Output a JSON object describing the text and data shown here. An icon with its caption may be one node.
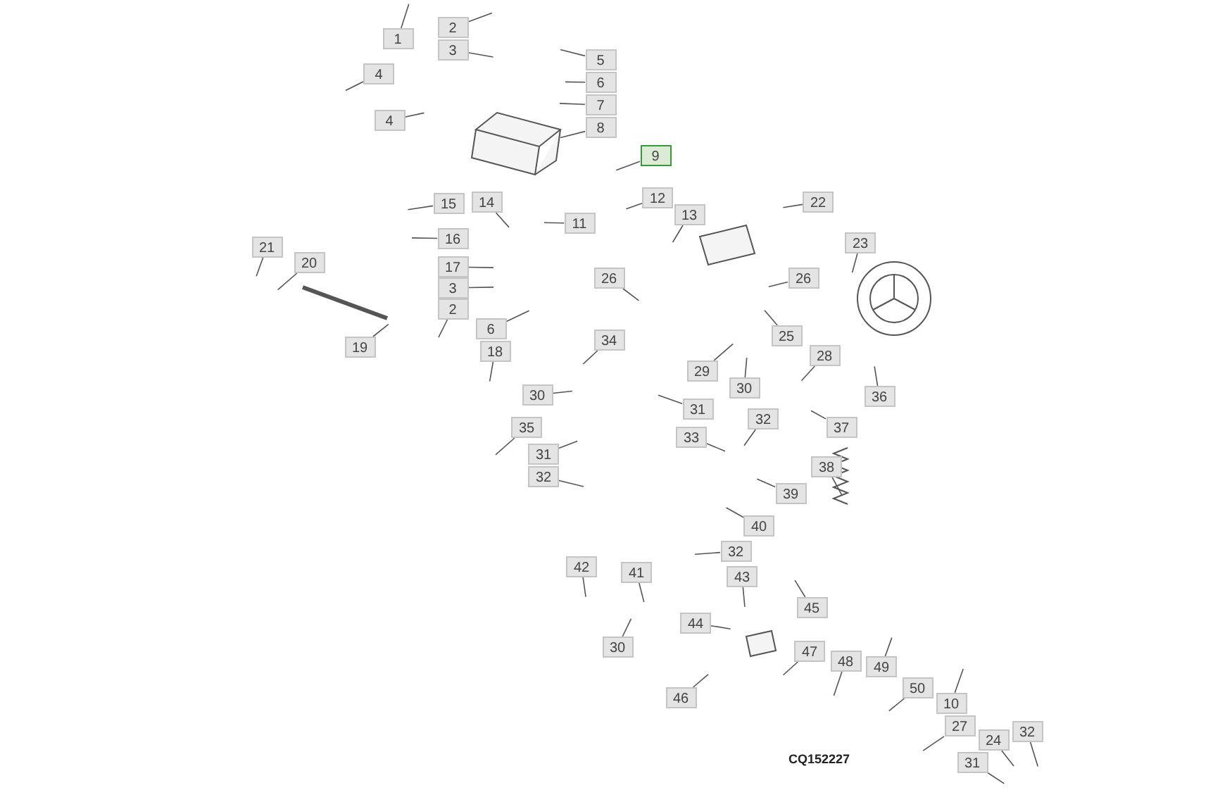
{
  "diagram": {
    "nodes": [
      {
        "text": [
          "1"
        ]
      },
      {
        "text": [
          "2"
        ]
      },
      {
        "text": [
          "3"
        ]
      },
      {
        "text": [
          "4"
        ]
      },
      {
        "text": [
          "4"
        ]
      },
      {
        "text": [
          "5"
        ]
      },
      {
        "text": [
          "6"
        ]
      },
      {
        "text": [
          "7"
        ]
      },
      {
        "text": [
          "8"
        ]
      },
      {
        "text": [
          "9"
        ]
      },
      {
        "text": [
          "12"
        ]
      },
      {
        "text": [
          "13"
        ]
      },
      {
        "text": [
          "11"
        ]
      },
      {
        "text": [
          "15"
        ]
      },
      {
        "text": [
          "14"
        ]
      },
      {
        "text": [
          "22"
        ]
      },
      {
        "text": [
          "16"
        ]
      },
      {
        "text": [
          "21"
        ]
      },
      {
        "text": [
          "20"
        ]
      },
      {
        "text": [
          "23"
        ]
      },
      {
        "text": [
          "17"
        ]
      },
      {
        "text": [
          "26"
        ]
      },
      {
        "text": [
          "26"
        ]
      },
      {
        "text": [
          "3"
        ]
      },
      {
        "text": [
          "2"
        ]
      },
      {
        "text": [
          "6"
        ]
      },
      {
        "text": [
          "34"
        ]
      },
      {
        "text": [
          "18"
        ]
      },
      {
        "text": [
          "19"
        ]
      },
      {
        "text": [
          "25"
        ]
      },
      {
        "text": [
          "28"
        ]
      },
      {
        "text": [
          "29"
        ]
      },
      {
        "text": [
          "30"
        ]
      },
      {
        "text": [
          "30"
        ]
      },
      {
        "text": [
          "36"
        ]
      },
      {
        "text": [
          "31"
        ]
      },
      {
        "text": [
          "32"
        ]
      },
      {
        "text": [
          "35"
        ]
      },
      {
        "text": [
          "37"
        ]
      },
      {
        "text": [
          "33"
        ]
      },
      {
        "text": [
          "31"
        ]
      },
      {
        "text": [
          "38"
        ]
      },
      {
        "text": [
          "32"
        ]
      },
      {
        "text": [
          "39"
        ]
      },
      {
        "text": [
          "40"
        ]
      },
      {
        "text": [
          "32"
        ]
      },
      {
        "text": [
          "42"
        ]
      },
      {
        "text": [
          "41"
        ]
      },
      {
        "text": [
          "43"
        ]
      },
      {
        "text": [
          "45"
        ]
      },
      {
        "text": [
          "44"
        ]
      },
      {
        "text": [
          "30"
        ]
      },
      {
        "text": [
          "47"
        ]
      },
      {
        "text": [
          "48"
        ]
      },
      {
        "text": [
          "49"
        ]
      },
      {
        "text": [
          "50"
        ]
      },
      {
        "text": [
          "10"
        ]
      },
      {
        "text": [
          "27"
        ]
      },
      {
        "text": [
          "46"
        ]
      },
      {
        "text": [
          "24"
        ]
      },
      {
        "text": [
          "32"
        ]
      },
      {
        "text": [
          "31"
        ]
      }
    ],
    "edges": [
      {
        "from": 0,
        "to": null,
        "arrow": "none"
      },
      {
        "from": 1,
        "to": null,
        "arrow": "none"
      },
      {
        "from": 2,
        "to": null,
        "arrow": "none"
      },
      {
        "from": 3,
        "to": null,
        "arrow": "none"
      },
      {
        "from": 4,
        "to": null,
        "arrow": "none"
      },
      {
        "from": 5,
        "to": null,
        "arrow": "none"
      },
      {
        "from": 6,
        "to": null,
        "arrow": "none"
      },
      {
        "from": 7,
        "to": null,
        "arrow": "none"
      },
      {
        "from": 8,
        "to": null,
        "arrow": "none"
      },
      {
        "from": 9,
        "to": null,
        "arrow": "none"
      },
      {
        "from": 10,
        "to": null,
        "arrow": "none"
      },
      {
        "from": 11,
        "to": null,
        "arrow": "none"
      },
      {
        "from": 12,
        "to": null,
        "arrow": "none"
      },
      {
        "from": 13,
        "to": null,
        "arrow": "none"
      },
      {
        "from": 14,
        "to": null,
        "arrow": "none"
      },
      {
        "from": 15,
        "to": null,
        "arrow": "none"
      },
      {
        "from": 16,
        "to": null,
        "arrow": "none"
      },
      {
        "from": 17,
        "to": null,
        "arrow": "none"
      },
      {
        "from": 18,
        "to": null,
        "arrow": "none"
      },
      {
        "from": 19,
        "to": null,
        "arrow": "none"
      },
      {
        "from": 20,
        "to": null,
        "arrow": "none"
      },
      {
        "from": 21,
        "to": null,
        "arrow": "none"
      },
      {
        "from": 22,
        "to": null,
        "arrow": "none"
      },
      {
        "from": 23,
        "to": null,
        "arrow": "none"
      },
      {
        "from": 24,
        "to": null,
        "arrow": "none"
      },
      {
        "from": 25,
        "to": null,
        "arrow": "none"
      },
      {
        "from": 26,
        "to": null,
        "arrow": "none"
      },
      {
        "from": 27,
        "to": null,
        "arrow": "none"
      },
      {
        "from": 28,
        "to": null,
        "arrow": "none"
      },
      {
        "from": 29,
        "to": null,
        "arrow": "none"
      },
      {
        "from": 30,
        "to": null,
        "arrow": "none"
      },
      {
        "from": 31,
        "to": null,
        "arrow": "none"
      },
      {
        "from": 32,
        "to": null,
        "arrow": "none"
      },
      {
        "from": 33,
        "to": null,
        "arrow": "none"
      },
      {
        "from": 34,
        "to": null,
        "arrow": "none"
      },
      {
        "from": 35,
        "to": null,
        "arrow": "none"
      },
      {
        "from": 36,
        "to": null,
        "arrow": "none"
      },
      {
        "from": 37,
        "to": null,
        "arrow": "none"
      },
      {
        "from": 38,
        "to": null,
        "arrow": "none"
      },
      {
        "from": 39,
        "to": null,
        "arrow": "none"
      },
      {
        "from": 40,
        "to": null,
        "arrow": "none"
      },
      {
        "from": 41,
        "to": null,
        "arrow": "none"
      },
      {
        "from": 42,
        "to": null,
        "arrow": "none"
      },
      {
        "from": 43,
        "to": null,
        "arrow": "none"
      },
      {
        "from": 44,
        "to": null,
        "arrow": "none"
      },
      {
        "from": 45,
        "to": null,
        "arrow": "none"
      },
      {
        "from": 46,
        "to": null,
        "arrow": "none"
      },
      {
        "from": 47,
        "to": null,
        "arrow": "none"
      },
      {
        "from": 48,
        "to": null,
        "arrow": "none"
      },
      {
        "from": 49,
        "to": null,
        "arrow": "none"
      },
      {
        "from": 50,
        "to": null,
        "arrow": "none"
      },
      {
        "from": 51,
        "to": null,
        "arrow": "none"
      },
      {
        "from": 52,
        "to": null,
        "arrow": "none"
      },
      {
        "from": 53,
        "to": null,
        "arrow": "none"
      },
      {
        "from": 54,
        "to": null,
        "arrow": "none"
      },
      {
        "from": 55,
        "to": null,
        "arrow": "none"
      },
      {
        "from": 56,
        "to": null,
        "arrow": "none"
      },
      {
        "from": 57,
        "to": null,
        "arrow": "none"
      },
      {
        "from": 58,
        "to": null,
        "arrow": "none"
      },
      {
        "from": 59,
        "to": null,
        "arrow": "none"
      },
      {
        "from": 60,
        "to": null,
        "arrow": "none"
      },
      {
        "from": 61,
        "to": null,
        "arrow": "none"
      }
    ],
    "labels": [
      "CQ152227"
    ]
  }
}
